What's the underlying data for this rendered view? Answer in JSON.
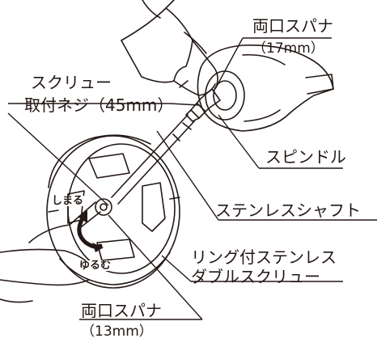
{
  "labels": {
    "wrench_top": "両口スパナ",
    "wrench_top_size": "（17mm）",
    "screw": "スクリュー",
    "screw_bolt": "取付ネジ（45mm）",
    "spindle": "スピンドル",
    "shaft": "ステンレスシャフト",
    "ring_screw_1": "リング付ステンレス",
    "ring_screw_2": "ダブルスクリュー",
    "tighten": "しまる",
    "loosen": "ゆるむ",
    "wrench_bottom": "両口スパナ",
    "wrench_bottom_size": "（13mm）"
  }
}
